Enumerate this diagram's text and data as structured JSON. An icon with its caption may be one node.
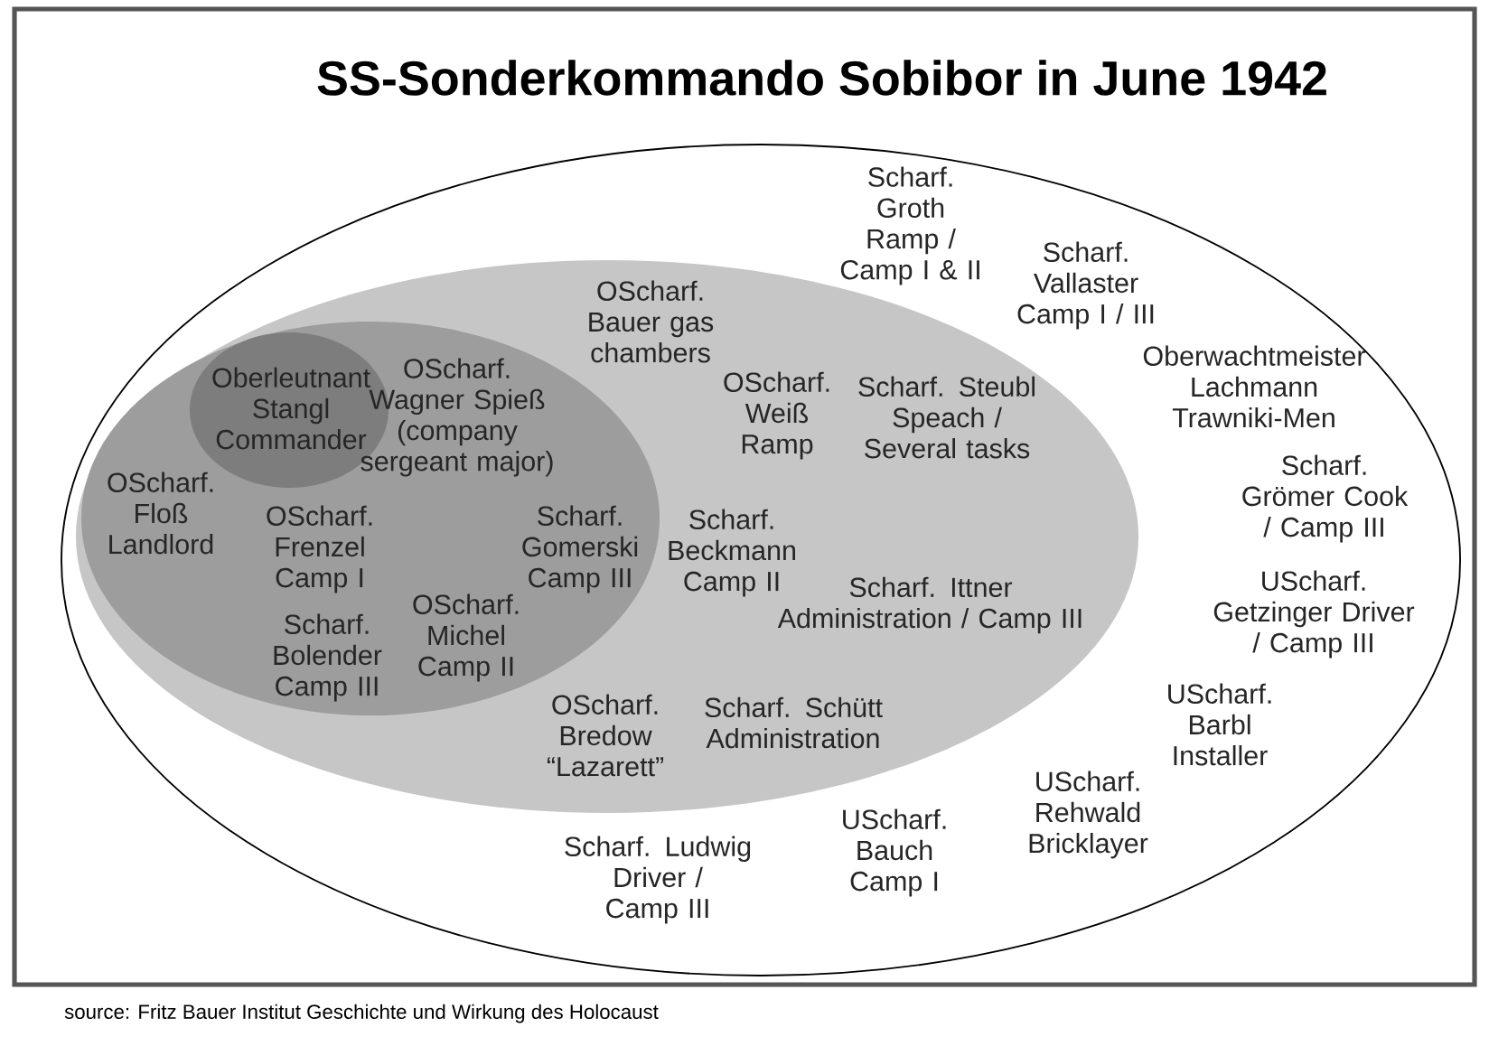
{
  "diagram": {
    "title": "SS-Sonderkommando Sobibor in June 1942",
    "nodes": [
      {
        "text": [
          "Scharf. Groth Ramp / Camp I & II",
          "Scharf. Vallaster Camp I / III",
          "Oberwachtmeister Lachmann Trawniki-Men",
          "Scharf. Grömer Cook / Camp III",
          "UScharf. Getzinger Driver / Camp III",
          "UScharf. Barbl Installer",
          "Scharf. Ludwig Driver / Camp III",
          "UScharf. Bauch Camp I",
          "UScharf. Rehwald Bricklayer"
        ]
      },
      {
        "text": [
          "OScharf. Bauer gas chambers",
          "OScharf. Weiß Ramp",
          "Scharf. Steubl Speach / Several tasks",
          "Scharf. Beckmann Camp II",
          "Scharf. Ittner Administration / Camp III",
          "OScharf. Bredow “Lazarett”",
          "Scharf. Schütt Administration"
        ],
        "in": 0
      },
      {
        "text": [
          "OScharf. Wagner Spieß (company sergeant major)",
          "OScharf. Floß Landlord",
          "OScharf. Frenzel Camp I",
          "Scharf. Gomerski Camp III",
          "Scharf. Bolender Camp III",
          "OScharf. Michel Camp II"
        ],
        "in": 1
      },
      {
        "text": [
          "Oberleutnant Stangl Commander"
        ],
        "in": 2
      }
    ],
    "caption": "source: Fritz Bauer Institut Geschichte und Wirkung des Holocaust"
  }
}
